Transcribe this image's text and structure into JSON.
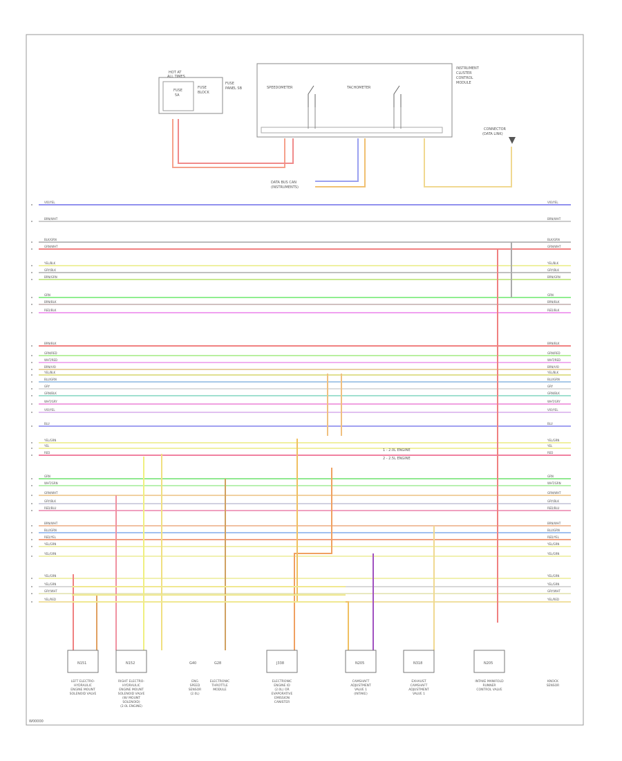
{
  "diagram": {
    "footer_code": "W00000",
    "top_components": {
      "fuse_box": {
        "heading": [
          "HOT AT",
          "ALL TIMES"
        ],
        "fuse": [
          "FUSE",
          "5A"
        ],
        "block": [
          "FUSE",
          "BLOCK"
        ],
        "relay": [
          "FUSE",
          "PANEL SB"
        ]
      },
      "instrument_cluster": {
        "left": "SPEEDOMETER",
        "right": "TACHOMETER",
        "side": [
          "INSTRUMENT",
          "CLUSTER",
          "CONTROL",
          "MODULE"
        ]
      },
      "top_right_connector": [
        "CONNECTOR",
        "(DATA LINK)"
      ],
      "data_bus_label": [
        "DATA BUS CAN",
        "(INSTRUMENTS)"
      ]
    },
    "notes": [
      "1 - 2.0L ENGINE",
      "2 - 2.5L ENGINE"
    ],
    "bottom_components": [
      {
        "code": "N151",
        "label": [
          "LEFT ELECTRO-",
          "HYDRAULIC",
          "ENGINE MOUNT",
          "SOLENOID VALVE"
        ]
      },
      {
        "code": "N152",
        "label": [
          "RIGHT ELECTRO-",
          "HYDRAULIC",
          "ENGINE MOUNT",
          "SOLENOID VALVE",
          "(W/ MOUNT",
          "SOLENOID)",
          "(2.0L ENGINE)"
        ]
      },
      {
        "code": "G40",
        "label": [
          "ENG",
          "SPEED",
          "SENSOR",
          "(2.0L)"
        ]
      },
      {
        "code": "G28",
        "label": [
          "ELECTRONIC",
          "THROTTLE",
          "MODULE"
        ]
      },
      {
        "code": "J338",
        "label": [
          "ELECTRONIC",
          "ENGINE ID",
          "(2.0L) OR",
          "EVAPORATIVE",
          "EMISSION",
          "CANISTER"
        ]
      },
      {
        "code": "N205",
        "label": [
          "CAMSHAFT",
          "ADJUSTMENT",
          "VALVE 1",
          "(INTAKE)"
        ]
      },
      {
        "code": "N318",
        "label": [
          "EXHAUST",
          "CAMSHAFT",
          "ADJUSTMENT",
          "VALVE 1"
        ]
      },
      {
        "code": "N205",
        "label": [
          "INTAKE MANIFOLD",
          "RUNNER",
          "CONTROL VALVE"
        ]
      },
      {
        "code": "",
        "label": [
          "KNOCK",
          "SENSOR"
        ]
      }
    ],
    "bus_labels": [
      "VIO/YEL",
      "BRN/WHT",
      "BLK/GRN",
      "GRN/WHT",
      "YEL/BLK",
      "GRY/BLK",
      "BRN/GRN",
      "GRN",
      "BRN/BLK",
      "RED/BLK",
      "BRN/BLK",
      "GRN/RED",
      "WHT/RED",
      "BRN/VIO",
      "YEL/BLK",
      "BLU/GRN",
      "GRY",
      "GRN/BLK",
      "WHT/GRY",
      "VIO/YEL",
      "BLU",
      "YEL/GRN",
      "YEL",
      "RED",
      "GRN",
      "WHT/GRN",
      "GRN/WHT",
      "GRY/BLK",
      "RED/BLU",
      "BRN/WHT",
      "BLU/GRN",
      "RED/YEL",
      "YEL/GRN",
      "YEL/GRN",
      "YEL/GRN",
      "YEL/GRN",
      "GRY/WHT",
      "YEL/RED"
    ]
  }
}
